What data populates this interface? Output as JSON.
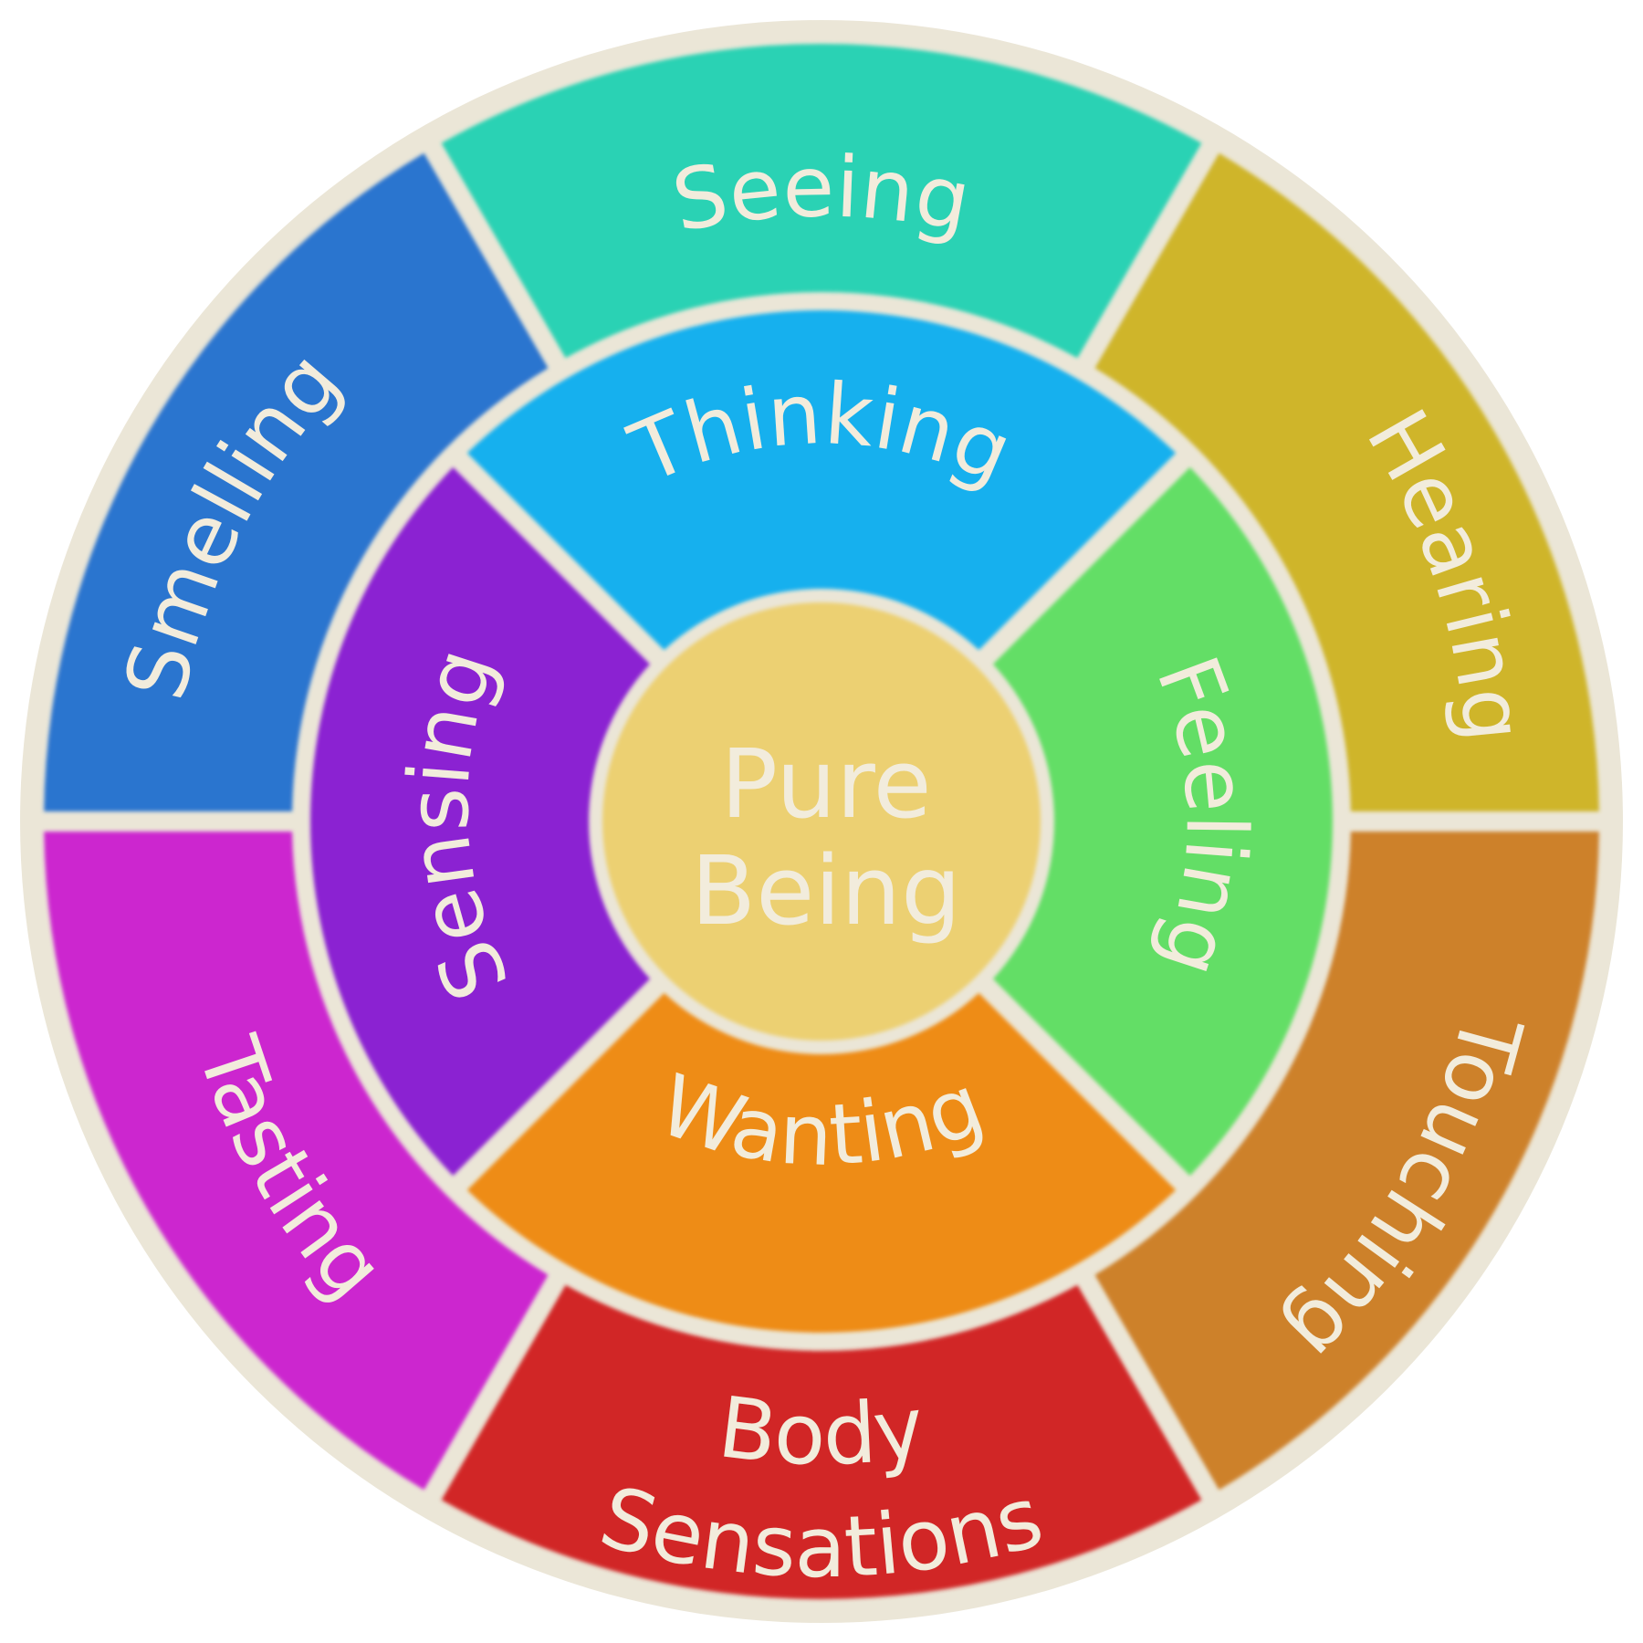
{
  "center": {
    "lines": [
      "Pure",
      "Being"
    ],
    "color": "#ecd072"
  },
  "ring_colors": {
    "background": "#ebe6d7",
    "border": "#e6e1cf"
  },
  "inner_ring": [
    {
      "label": "Thinking",
      "color": "#12b0ee"
    },
    {
      "label": "Feeling",
      "color": "#64de66"
    },
    {
      "label": "Wanting",
      "color": "#ee8c12"
    },
    {
      "label": "Sensing",
      "color": "#8b24d2"
    }
  ],
  "outer_ring": [
    {
      "label": "Seeing",
      "color": "#2cd2b4"
    },
    {
      "label": "Hearing",
      "color": "#cfb52a"
    },
    {
      "label": "Touching",
      "color": "#cd812c"
    },
    {
      "label": "Body",
      "label2": "Sensations",
      "color": "#d12828"
    },
    {
      "label": "Tasting",
      "color": "#cc28cf"
    },
    {
      "label": "Smelling",
      "color": "#2a75cf"
    }
  ]
}
